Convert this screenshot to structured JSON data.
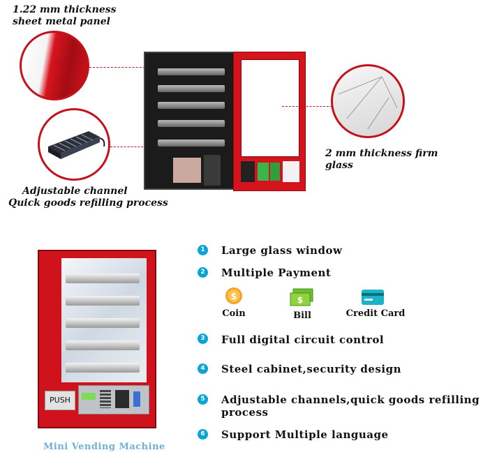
{
  "callouts": {
    "panel": [
      "1.22 mm thickness",
      "sheet metal panel"
    ],
    "glass": [
      "2 mm thickness firm",
      "glass"
    ],
    "channel": [
      "Adjustable channel",
      "Quick goods refilling process"
    ]
  },
  "machine": {
    "push_label": "PUSH",
    "caption": "Mini Vending Machine"
  },
  "features": [
    {
      "num": "1",
      "text": "Large glass window"
    },
    {
      "num": "2",
      "text": "Multiple Payment"
    },
    {
      "num": "3",
      "text": "Full digital circuit control"
    },
    {
      "num": "4",
      "text": "Steel cabinet,security design"
    },
    {
      "num": "5",
      "text": "Adjustable channels,quick goods refilling process"
    },
    {
      "num": "6",
      "text": "Support Multiple language"
    }
  ],
  "payments": [
    {
      "label": "Coin",
      "icon": "coin-icon"
    },
    {
      "label": "Bill",
      "icon": "bill-icon"
    },
    {
      "label": "Credit Card",
      "icon": "credit-card-icon"
    }
  ],
  "colors": {
    "accent": "#c3121b",
    "badge": "#0aa5d6",
    "caption": "#6fb0d8"
  }
}
